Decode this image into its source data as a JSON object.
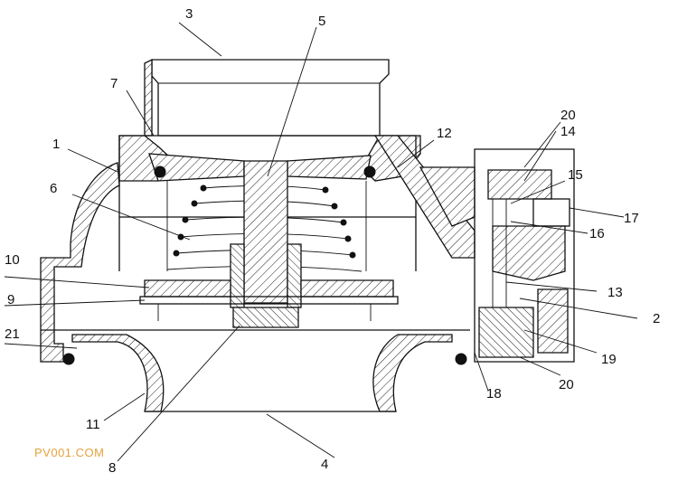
{
  "labels": {
    "n1": "1",
    "n2": "2",
    "n3": "3",
    "n4": "4",
    "n5": "5",
    "n6": "6",
    "n7": "7",
    "n8": "8",
    "n9": "9",
    "n10": "10",
    "n11": "11",
    "n12": "12",
    "n13": "13",
    "n14": "14",
    "n15": "15",
    "n16": "16",
    "n17": "17",
    "n18": "18",
    "n19": "19",
    "n20a": "20",
    "n20b": "20",
    "n21": "21"
  },
  "watermark": "PV001.COM",
  "colors": {
    "line": "#111111",
    "watermark": "#e6a23c",
    "background": "#ffffff"
  }
}
